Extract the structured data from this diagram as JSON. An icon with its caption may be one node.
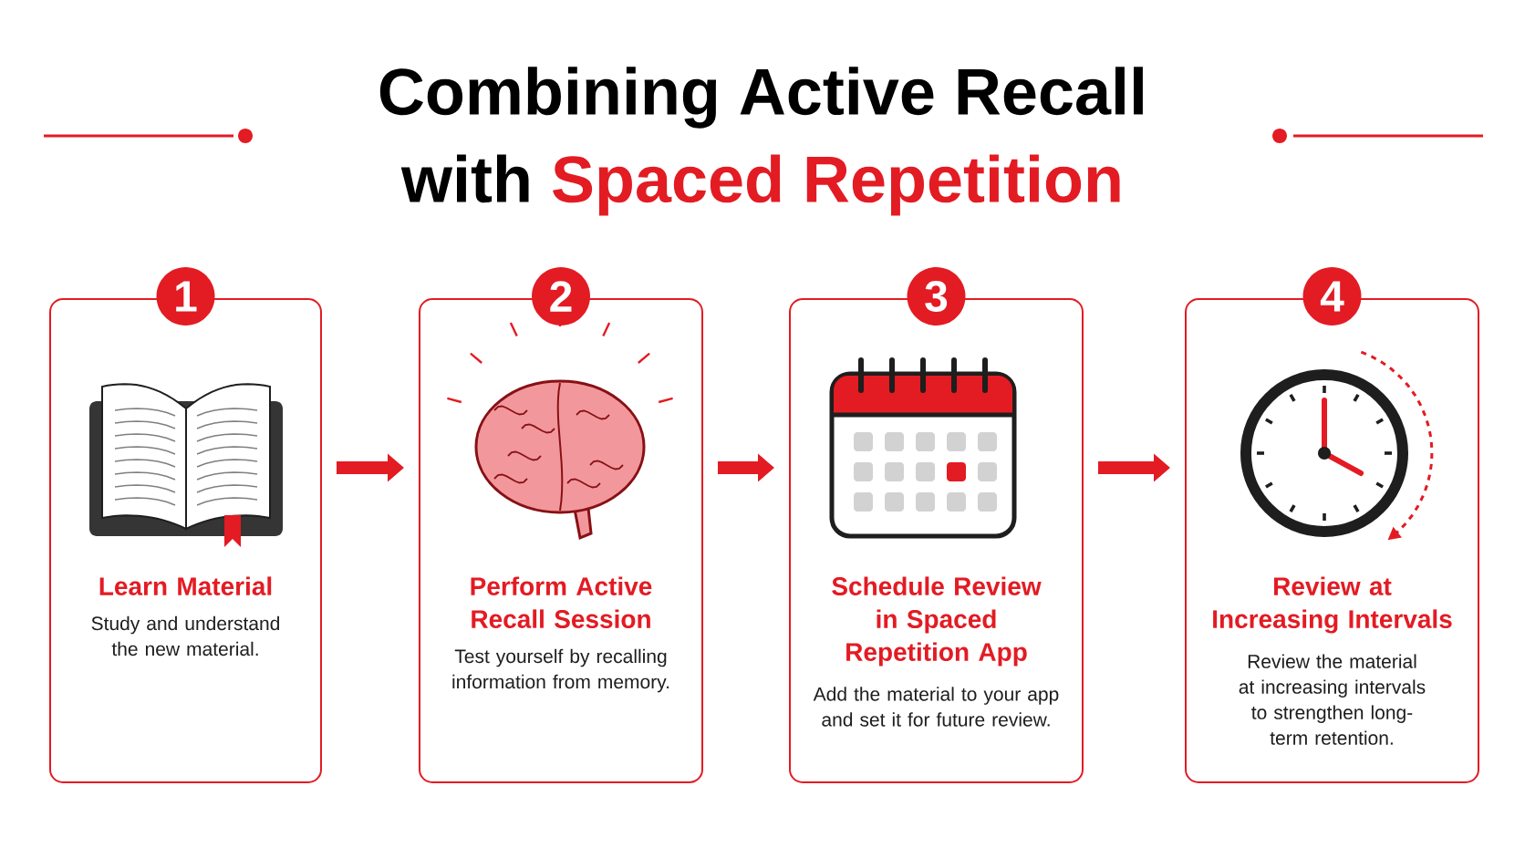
{
  "diagram": {
    "title": "Combining Active Recall",
    "nodes": [
      {
        "text": [
          "1",
          "Learn Material",
          "Study and understand the new material."
        ]
      },
      {
        "text": [
          "2",
          "Perform Active Recall Session",
          "Test yourself by recalling information from memory."
        ]
      },
      {
        "text": [
          "3",
          "Schedule Review in Spaced Repetition App",
          "Add the material to your app and set it for future review."
        ]
      },
      {
        "text": [
          "4",
          "Review at Increasing Intervals",
          "Review the material at increasing intervals to strengthen long-term retention."
        ]
      }
    ],
    "edges": [
      {
        "from": 0,
        "to": 1,
        "arrow": "to"
      },
      {
        "from": 1,
        "to": 2,
        "arrow": "to"
      },
      {
        "from": 2,
        "to": 3,
        "arrow": "to"
      }
    ],
    "labels": [
      "with",
      "Spaced Repetition"
    ]
  }
}
